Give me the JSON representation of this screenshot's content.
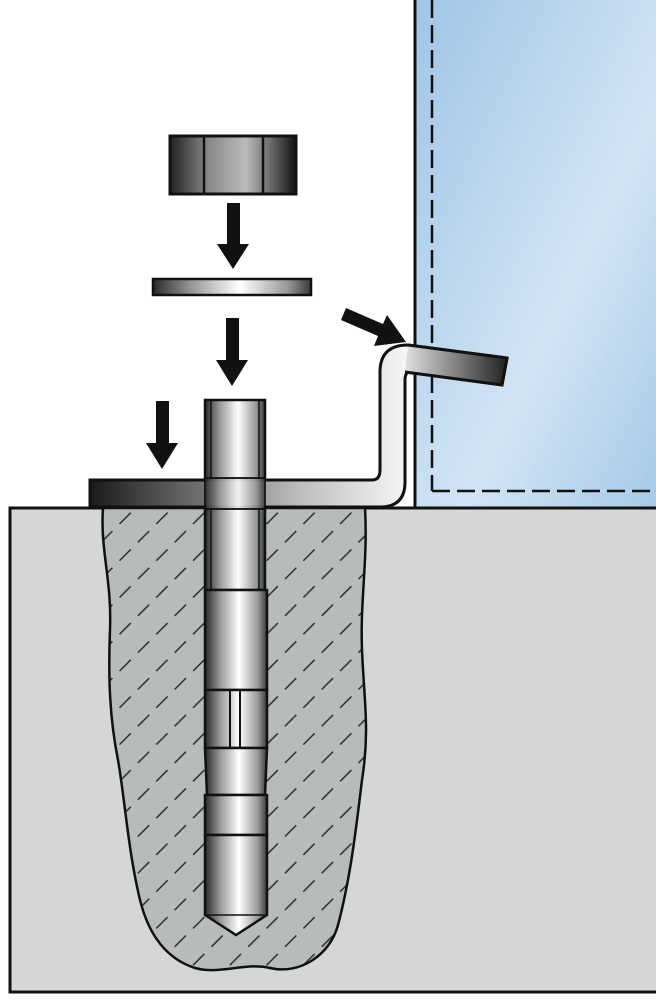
{
  "colors": {
    "concrete": "#d6d6d6",
    "drill_hole": "#b8bbbb",
    "panel_light": "#d2e4f4",
    "panel_dark": "#9fc5e6",
    "outline": "#111111",
    "arrow": "#111111"
  },
  "parts": [
    "nut",
    "washer",
    "anchor-bolt",
    "base-plate",
    "concrete-base",
    "drill-hole",
    "glass-panel"
  ]
}
